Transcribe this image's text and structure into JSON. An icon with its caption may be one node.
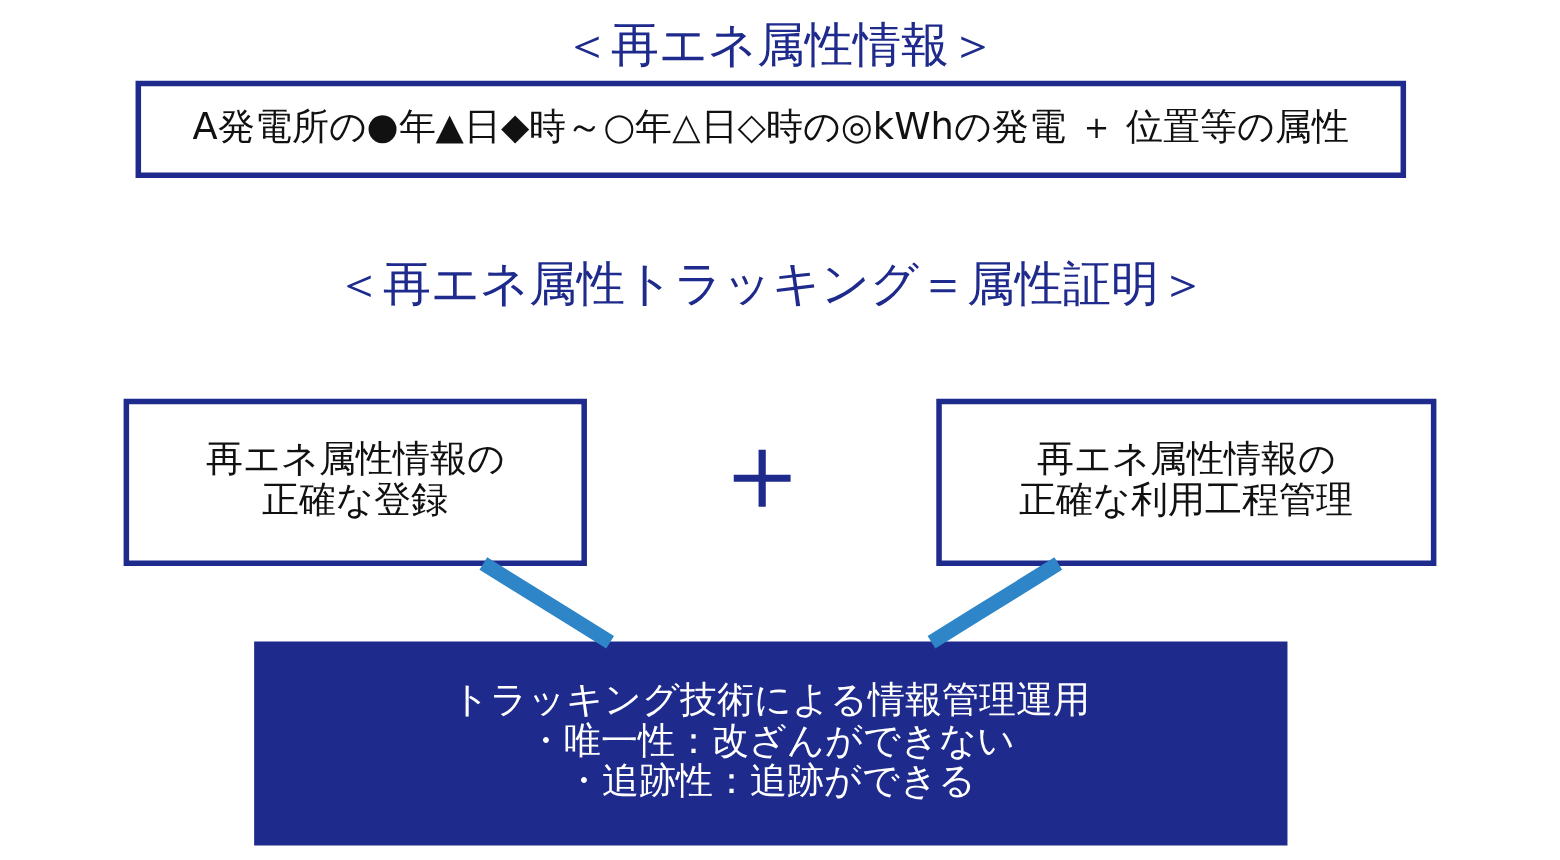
{
  "diagram": {
    "title": "＜再エネ属性情報＞",
    "nodes": [
      {
        "text": [
          "A発電所の●年▲日◆時～○年△日◇時の◎kWhの発電 ＋ 位置等の属性"
        ]
      },
      {
        "text": [
          "再エネ属性情報の正確な登録"
        ]
      },
      {
        "text": [
          "再エネ属性情報の正確な利用工程管理"
        ]
      },
      {
        "text": [
          "トラッキング技術による情報管理運用",
          "・唯一性：改ざんができない",
          "・追跡性：追跡ができる"
        ]
      }
    ],
    "edges": [
      {
        "from": 1,
        "to": 3,
        "arrow": "none"
      },
      {
        "from": 2,
        "to": 3,
        "arrow": "none"
      }
    ],
    "labels": [
      "＜再エネ属性トラッキング＝属性証明＞",
      "＋"
    ]
  }
}
